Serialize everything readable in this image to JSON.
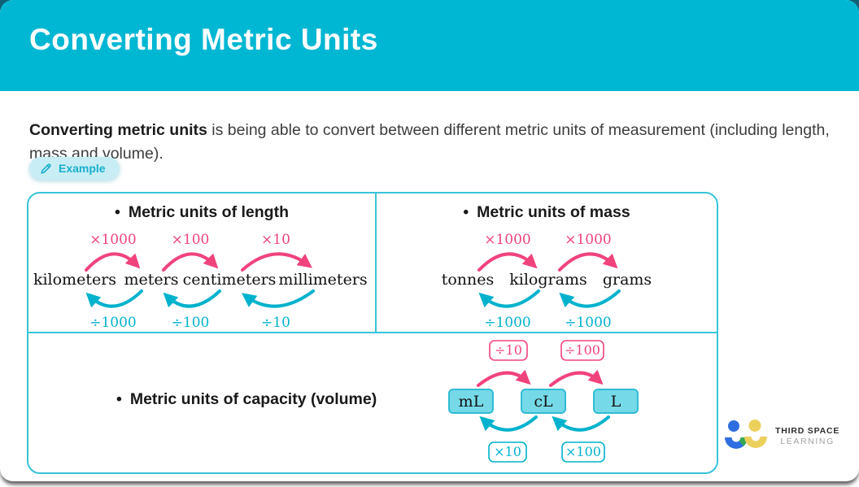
{
  "page": {
    "title": "Converting Metric Units",
    "intro_bold": "Converting metric units",
    "intro_rest": " is being able to convert between different metric units of measurement (including length, mass and volume).",
    "example_label": "Example"
  },
  "bullet": "•",
  "sections": {
    "length": {
      "heading": "Metric units of length",
      "units": [
        "kilometers",
        "meters",
        "centimeters",
        "millimeters"
      ],
      "multiply_labels": [
        "×1000",
        "×100",
        "×10"
      ],
      "divide_labels": [
        "÷1000",
        "÷100",
        "÷10"
      ]
    },
    "mass": {
      "heading": "Metric units of mass",
      "units": [
        "tonnes",
        "kilograms",
        "grams"
      ],
      "multiply_labels": [
        "×1000",
        "×1000"
      ],
      "divide_labels": [
        "÷1000",
        "÷1000"
      ]
    },
    "capacity": {
      "heading": "Metric units of capacity (volume)",
      "units": [
        "mL",
        "cL",
        "L"
      ],
      "top_labels": [
        "÷10",
        "÷100"
      ],
      "bottom_labels": [
        "×10",
        "×100"
      ]
    }
  },
  "logo": {
    "line1": "THIRD SPACE",
    "line2": "LEARNING"
  },
  "colors": {
    "header": "#00b7d3",
    "pink_arrow": "#f0437c",
    "cyan_arrow": "#00b2cd",
    "box_border": "#38c4da",
    "unit_box_fill": "#76d9e8",
    "unit_box_border": "#2fbdd3",
    "badge_bg": "#c9edf5",
    "badge_text": "#17afcd",
    "logo_blue": "#2e6ee0",
    "logo_yellow": "#ecd05c",
    "logo_green": "#34a853"
  }
}
